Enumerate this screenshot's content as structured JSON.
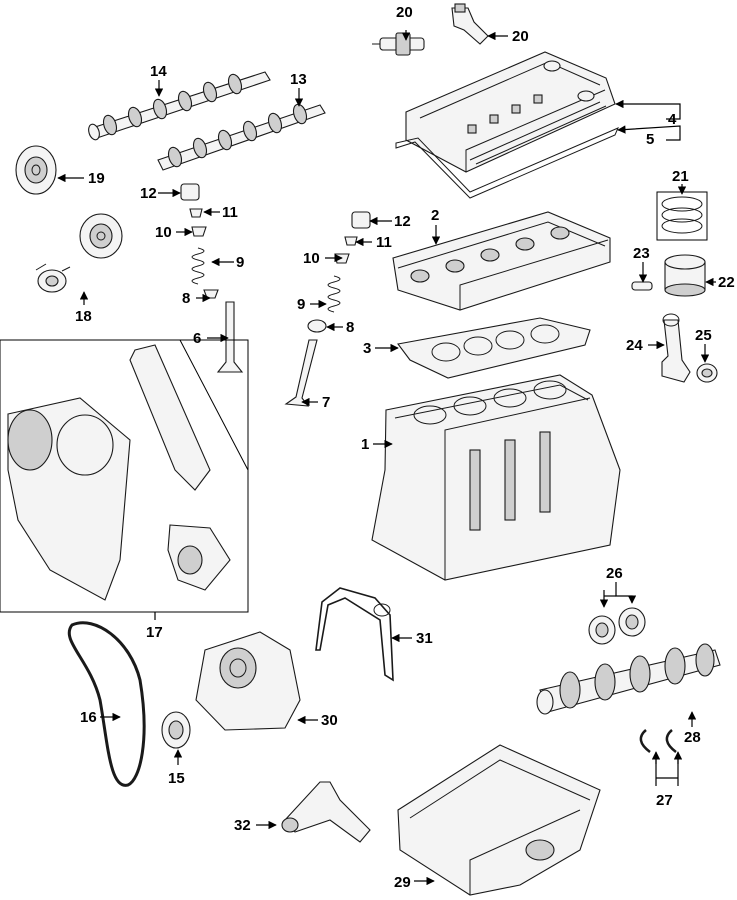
{
  "diagram": {
    "callouts": [
      "1",
      "2",
      "3",
      "4",
      "5",
      "6",
      "7",
      "8",
      "8",
      "9",
      "9",
      "10",
      "10",
      "11",
      "11",
      "12",
      "12",
      "13",
      "14",
      "15",
      "16",
      "17",
      "18",
      "19",
      "20",
      "20",
      "21",
      "22",
      "23",
      "24",
      "25",
      "26",
      "27",
      "28",
      "29",
      "30",
      "31",
      "32"
    ]
  },
  "colors": {
    "line": "#1a1a1a",
    "fill": "#f4f4f4",
    "shade": "#cfcfcf",
    "background": "#ffffff"
  }
}
